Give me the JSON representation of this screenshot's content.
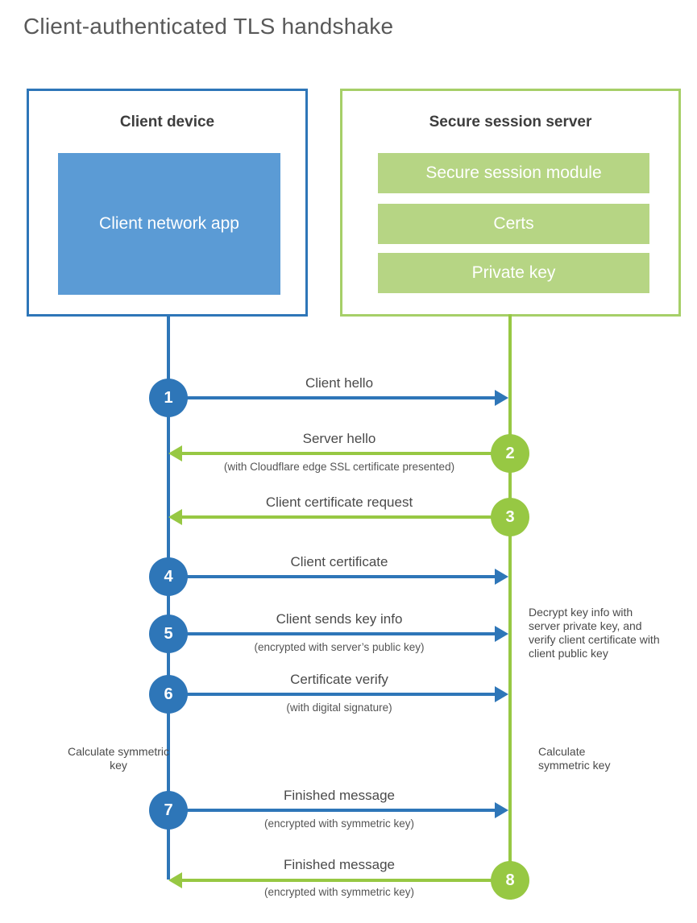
{
  "title": "Client-authenticated TLS handshake",
  "colors": {
    "blue_line": "#2e76b8",
    "blue_fill": "#5b9bd5",
    "green_line": "#97c843",
    "green_fill": "#b6d584",
    "green_border": "#a6cf68",
    "heading_text": "#3d3d3d",
    "label_text": "#4a4a4a"
  },
  "client_box": {
    "title": "Client device",
    "inner_label": "Client network app"
  },
  "server_box": {
    "title": "Secure session server",
    "modules": {
      "module1": "Secure session module",
      "module2": "Certs",
      "module3": "Private key"
    }
  },
  "steps": [
    {
      "number": "1",
      "label": "Client hello",
      "sublabel": "",
      "direction": "client-to-server"
    },
    {
      "number": "2",
      "label": "Server hello",
      "sublabel": "(with Cloudflare edge SSL certificate presented)",
      "direction": "server-to-client"
    },
    {
      "number": "3",
      "label": "Client certificate request",
      "sublabel": "",
      "direction": "server-to-client"
    },
    {
      "number": "4",
      "label": "Client certificate",
      "sublabel": "",
      "direction": "client-to-server"
    },
    {
      "number": "5",
      "label": "Client sends key info",
      "sublabel": "(encrypted with server’s public key)",
      "direction": "client-to-server"
    },
    {
      "number": "6",
      "label": "Certificate verify",
      "sublabel": "(with digital signature)",
      "direction": "client-to-server"
    },
    {
      "number": "7",
      "label": "Finished message",
      "sublabel": "(encrypted with symmetric key)",
      "direction": "client-to-server"
    },
    {
      "number": "8",
      "label": "Finished message",
      "sublabel": "(encrypted with symmetric key)",
      "direction": "server-to-client"
    }
  ],
  "annotations": {
    "decrypt_note": "Decrypt key info with server private key, and verify client certificate with client public key",
    "calculate_left": "Calculate symmetric key",
    "calculate_right": "Calculate symmetric key"
  }
}
